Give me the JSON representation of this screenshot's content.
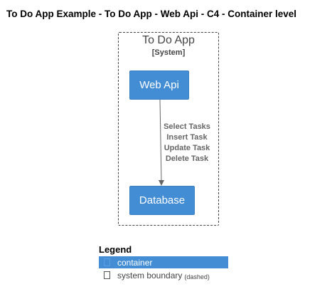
{
  "title": "To Do App Example - To Do App - Web Api - C4 - Container level",
  "boundary": {
    "name": "To Do App",
    "type": "[System]"
  },
  "containers": {
    "web_api": "Web Api",
    "database": "Database"
  },
  "relationship": {
    "from": "Web Api",
    "to": "Database",
    "labels": [
      "Select Tasks",
      "Insert Task",
      "Update Task",
      "Delete Task"
    ]
  },
  "legend": {
    "title": "Legend",
    "items": [
      {
        "label": "container",
        "note": ""
      },
      {
        "label": "system boundary",
        "note": "(dashed)"
      }
    ]
  },
  "colors": {
    "container": "#438dd5",
    "container_text": "#ffffff",
    "boundary": "#444444",
    "relationship": "#666666"
  }
}
